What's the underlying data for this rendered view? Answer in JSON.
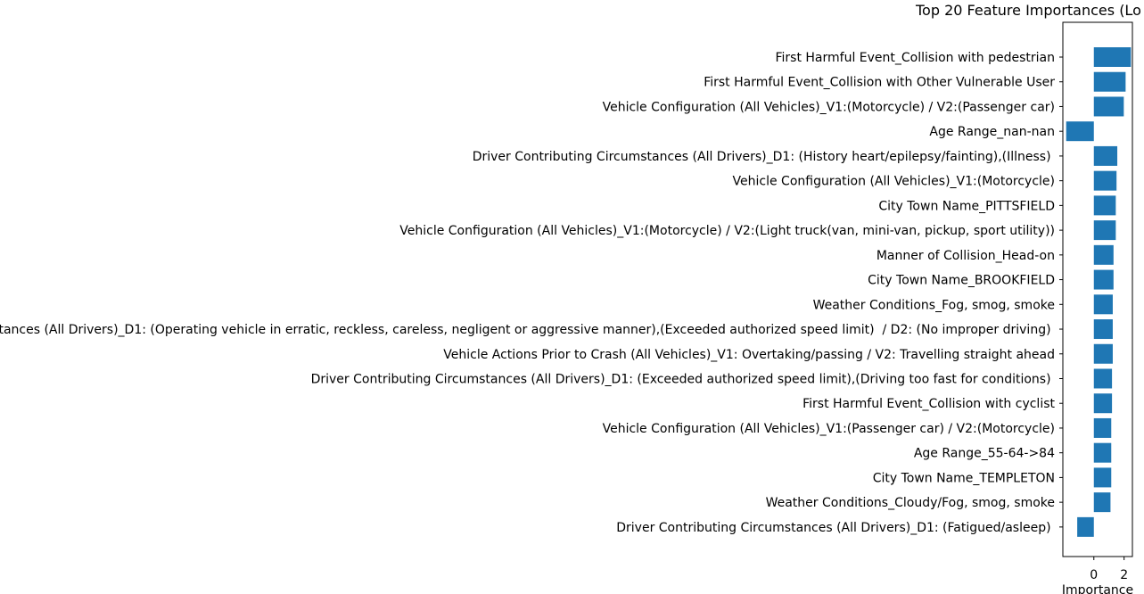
{
  "chart_data": {
    "type": "bar",
    "orientation": "horizontal",
    "title": "Top 20 Feature Importances (Lo",
    "xlabel": "Importance",
    "ylabel": "",
    "xlim": [
      -2.05,
      2.55
    ],
    "xticks": [
      0,
      2
    ],
    "xtick_labels": [
      "0",
      "2"
    ],
    "bar_color": "#1f77b4",
    "grid": false,
    "categories": [
      "First Harmful Event_Collision with pedestrian",
      "First Harmful Event_Collision with Other Vulnerable User",
      "Vehicle Configuration (All Vehicles)_V1:(Motorcycle) / V2:(Passenger car)",
      "Age Range_nan-nan",
      "Driver Contributing Circumstances (All Drivers)_D1: (History heart/epilepsy/fainting),(Illness) ",
      "Vehicle Configuration (All Vehicles)_V1:(Motorcycle)",
      "City Town Name_PITTSFIELD",
      "Vehicle Configuration (All Vehicles)_V1:(Motorcycle) / V2:(Light truck(van, mini-van, pickup, sport utility))",
      "Manner of Collision_Head-on",
      "City Town Name_BROOKFIELD",
      "Weather Conditions_Fog, smog, smoke",
      "stances (All Drivers)_D1: (Operating vehicle in erratic, reckless, careless, negligent or aggressive manner),(Exceeded authorized speed limit)  / D2: (No improper driving) ",
      "Vehicle Actions Prior to Crash (All Vehicles)_V1: Overtaking/passing / V2: Travelling straight ahead",
      "Driver Contributing Circumstances (All Drivers)_D1: (Exceeded authorized speed limit),(Driving too fast for conditions) ",
      "First Harmful Event_Collision with cyclist",
      "Vehicle Configuration (All Vehicles)_V1:(Passenger car) / V2:(Motorcycle)",
      "Age Range_55-64->84",
      "City Town Name_TEMPLETON",
      "Weather Conditions_Cloudy/Fog, smog, smoke",
      "Driver Contributing Circumstances (All Drivers)_D1: (Fatigued/asleep) "
    ],
    "values": [
      2.45,
      2.1,
      1.98,
      -1.83,
      1.55,
      1.5,
      1.45,
      1.45,
      1.3,
      1.3,
      1.25,
      1.25,
      1.25,
      1.2,
      1.2,
      1.15,
      1.15,
      1.15,
      1.1,
      -1.1
    ]
  }
}
